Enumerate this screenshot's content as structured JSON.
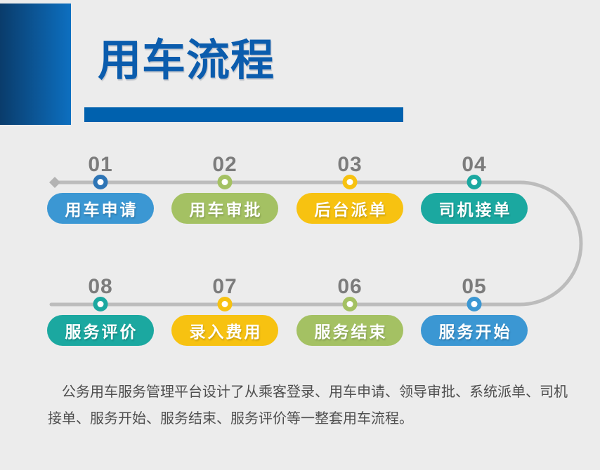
{
  "header": {
    "title": "用车流程",
    "title_color": "#0b5cad",
    "accent_bar_color": "#0061ae",
    "gradient_bar_colors": [
      "#0a3c6b",
      "#0d6fc0"
    ]
  },
  "flow": {
    "line_color": "#bcbcbc",
    "diamond_color": "#b3b3b3",
    "number_color": "#7c7c7c",
    "steps": [
      {
        "num": "01",
        "label": "用车申请",
        "pill_color": "#3b97d3",
        "marker_color": "#2e75b6"
      },
      {
        "num": "02",
        "label": "用车审批",
        "pill_color": "#a4c163",
        "marker_color": "#a4c163"
      },
      {
        "num": "03",
        "label": "后台派单",
        "pill_color": "#f7c211",
        "marker_color": "#f7c211"
      },
      {
        "num": "04",
        "label": "司机接单",
        "pill_color": "#1ba8a0",
        "marker_color": "#1ba8a0"
      },
      {
        "num": "05",
        "label": "服务开始",
        "pill_color": "#3b97d3",
        "marker_color": "#3b97d3"
      },
      {
        "num": "06",
        "label": "服务结束",
        "pill_color": "#a4c163",
        "marker_color": "#a4c163"
      },
      {
        "num": "07",
        "label": "录入费用",
        "pill_color": "#f7c211",
        "marker_color": "#f7c211"
      },
      {
        "num": "08",
        "label": "服务评价",
        "pill_color": "#1ba8a0",
        "marker_color": "#1ba8a0"
      }
    ]
  },
  "description": {
    "text": "公务用车服务管理平台设计了从乘客登录、用车申请、领导审批、系统派单、司机接单、服务开始、服务结束、服务评价等一整套用车流程。",
    "text_color": "#4f4f4f"
  }
}
